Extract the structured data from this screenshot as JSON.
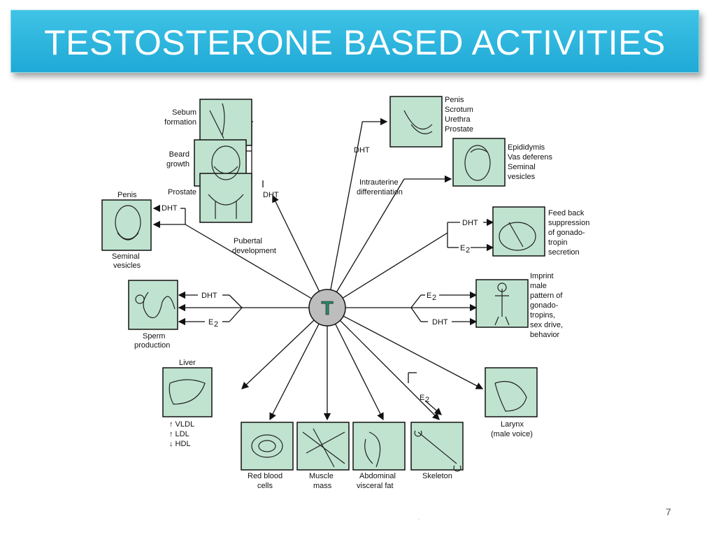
{
  "title": "TESTOSTERONE BASED ACTIVITIES",
  "page_number": "7",
  "footer_dot": ".",
  "center_label": "T",
  "colors": {
    "title_bg": "#2bb5de",
    "box_fill": "#bfe3cf",
    "center_fill": "#bdbdbd",
    "hub_letter": "#2a8a6a"
  },
  "labels": {
    "sebum": [
      "Sebum",
      "formation"
    ],
    "beard": [
      "Beard",
      "growth"
    ],
    "prostate": "Prostate",
    "dht_top": "DHT",
    "penis_left": "Penis",
    "dht_penis": "DHT",
    "seminal_left": [
      "Seminal",
      "vesicles"
    ],
    "pubertal": [
      "Pubertal",
      "development"
    ],
    "penis_group": [
      "Penis",
      "Scrotum",
      "Urethra",
      "Prostate"
    ],
    "dht_intra": "DHT",
    "intrauterine": [
      "Intrauterine",
      "differentiation"
    ],
    "epididymis": [
      "Epididymis",
      "Vas deferens",
      "Seminal",
      "vesicles"
    ],
    "feedback": [
      "Feed back",
      "suppression",
      "of gonado-",
      "tropin",
      "secretion"
    ],
    "dht_feedback": "DHT",
    "e2_feedback": "E",
    "imprint": [
      "Imprint",
      "male",
      "pattern of",
      "gonado-",
      "tropins,",
      "sex drive,",
      "behavior"
    ],
    "e2_imprint": "E",
    "dht_imprint": "DHT",
    "dht_sperm": "DHT",
    "e2_sperm": "E",
    "sperm": [
      "Sperm",
      "production"
    ],
    "liver": "Liver",
    "lipids": [
      "↑ VLDL",
      "↑ LDL",
      "↓ HDL"
    ],
    "rbc": [
      "Red blood",
      "cells"
    ],
    "muscle": [
      "Muscle",
      "mass"
    ],
    "abdominal": [
      "Abdominal",
      "visceral fat"
    ],
    "skeleton": "Skeleton",
    "e2_skeleton": "E",
    "larynx": [
      "Larynx",
      "(male voice)"
    ],
    "subscript_2": "2"
  }
}
